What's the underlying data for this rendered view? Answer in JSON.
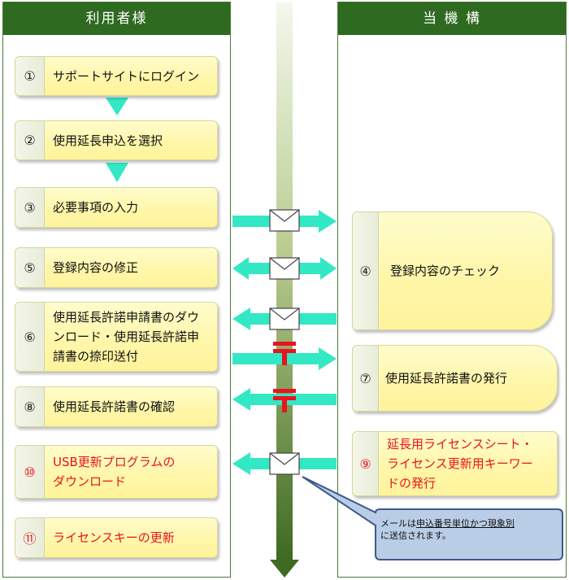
{
  "lanes": {
    "left_title": "利用者様",
    "right_title": "当 機 構"
  },
  "steps": {
    "s1": {
      "num": "①",
      "label": "サポートサイトにログイン"
    },
    "s2": {
      "num": "②",
      "label": "使用延長申込を選択"
    },
    "s3": {
      "num": "③",
      "label": "必要事項の入力"
    },
    "s4": {
      "num": "④",
      "label": "登録内容のチェック"
    },
    "s5": {
      "num": "⑤",
      "label": "登録内容の修正"
    },
    "s6": {
      "num": "⑥",
      "label_line1": "使用延長許諾申請書のダウ",
      "label_line2": "ンロード・使用延長許諾申",
      "label_line3": "請書の捺印送付"
    },
    "s7": {
      "num": "⑦",
      "label": "使用延長許諾書の発行"
    },
    "s8": {
      "num": "⑧",
      "label": "使用延長許諾書の確認"
    },
    "s9": {
      "num": "⑨",
      "label_line1": "延長用ライセンスシート・",
      "label_line2": "ライセンス更新用キーワー",
      "label_line3": "ドの発行"
    },
    "s10": {
      "num": "⑩",
      "label_line1": "USB更新プログラムの",
      "label_line2": "ダウンロード"
    },
    "s11": {
      "num": "⑪",
      "label": "ライセンスキーの更新"
    }
  },
  "callout": {
    "prefix": "メールは",
    "underlined": "申込番号単位かつ現象別",
    "suffix": "に送信されます。"
  },
  "colors": {
    "header_green": "#2e6a1f",
    "arrow_teal": "#33e8c4",
    "red_text": "#e8141e",
    "callout_fill": "#b9cde6",
    "callout_border": "#3d5a8a"
  },
  "icons": [
    "mail-icon",
    "postal-mark-icon"
  ]
}
